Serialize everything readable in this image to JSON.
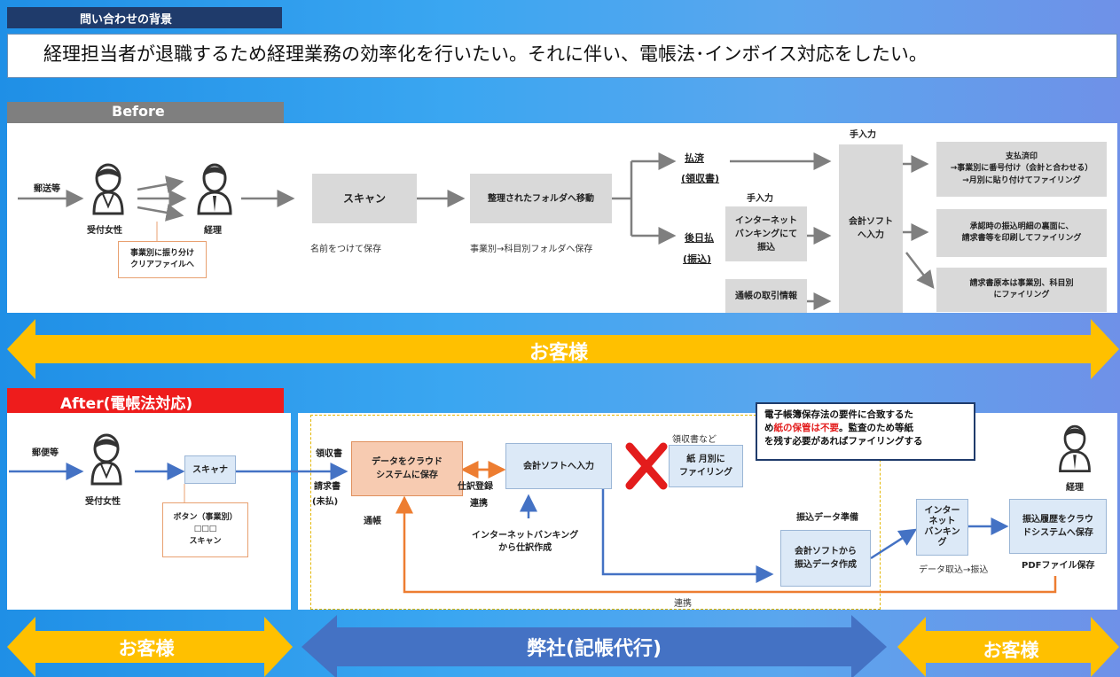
{
  "header": {
    "tag": "問い合わせの背景",
    "headline": "経理担当者が退職するため経理業務の効率化を行いたい。それに伴い、電帳法･インボイス対応をしたい。"
  },
  "before": {
    "label": "Before",
    "mail": "郵送等",
    "reception": "受付女性",
    "accountant": "経理",
    "sort_box": [
      "事業別に振り分け",
      "クリアファイルへ"
    ],
    "scan_box": "スキャン",
    "scan_note": "名前をつけて保存",
    "folder_box": "整理されたフォルダへ移動",
    "folder_note": "事業別→科目別フォルダへ保存",
    "paid": [
      "払済",
      "(領収書)"
    ],
    "later": [
      "後日払",
      "(振込)"
    ],
    "manual_1": "手入力",
    "manual_2": "手入力",
    "netbank_box": [
      "インターネット",
      "バンキングにて",
      "振込"
    ],
    "passbook_box": "通帳の取引情報",
    "accounting_box": [
      "会計ソフト",
      "へ入力"
    ],
    "result_1": [
      "支払済印",
      "→事業別に番号付け（会計と合わせる）",
      "→月別に貼り付けてファイリング"
    ],
    "result_2": [
      "承認時の振込明細の裏面に、",
      "請求書等を印刷してファイリング"
    ],
    "result_3": [
      "請求書原本は事業別、科目別",
      "にファイリング"
    ]
  },
  "band_top": {
    "label": "お客様"
  },
  "after": {
    "label": "After(電帳法対応)",
    "mail": "郵便等",
    "reception": "受付女性",
    "accountant": "経理",
    "scanner_box": "スキャナ",
    "button_box": [
      "ボタン（事業別）",
      "□□□",
      "スキャン"
    ],
    "receipt": "領収書",
    "invoice": [
      "請求書",
      "(未払)"
    ],
    "passbook": "通帳",
    "cloud_box": [
      "データをクラウド",
      "システムに保存"
    ],
    "journal": "仕訳登録",
    "link_1": "連携",
    "accounting_box": "会計ソフトへ入力",
    "netbank_label": [
      "インターネットバンキング",
      "から仕訳作成"
    ],
    "receipts_etc": "領収書など",
    "monthly_box": [
      "紙 月別に",
      "ファイリング"
    ],
    "note": {
      "line1": "電子帳簿保存法の要件に合致するた",
      "line2_pre": "め",
      "line2_red": "紙の保管は不要",
      "line2_post": "。監査のため等紙",
      "line3": "を残す必要があればファイリングする"
    },
    "transfer_prep": "振込データ準備",
    "transfer_box": [
      "会計ソフトから",
      "振込データ作成"
    ],
    "netbank_box": [
      "インター",
      "ネット",
      "バンキン",
      "グ"
    ],
    "data_import": "データ取込→振込",
    "history_box": [
      "振込履歴をクラウ",
      "ドシステムへ保存"
    ],
    "pdf_save": "PDFファイル保存",
    "link_2": "連携"
  },
  "band_bottom": {
    "left": "お客様",
    "center": "弊社(記帳代行)",
    "right": "お客様"
  },
  "colors": {
    "arrow_yellow": "#ffc000",
    "arrow_blue": "#4472c4",
    "arrow_orange": "#ed7d31",
    "red_mark": "#e31c1c"
  }
}
